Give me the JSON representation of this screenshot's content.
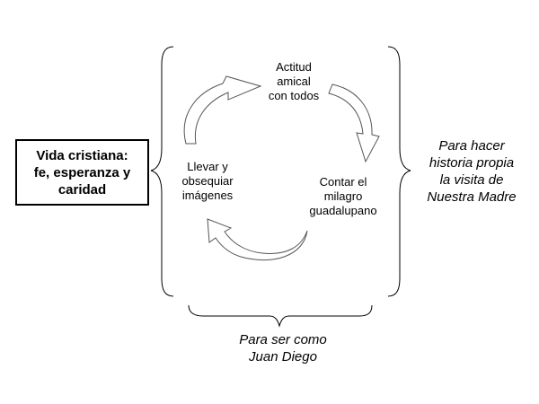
{
  "main_box": {
    "text": "Vida cristiana:\nfe, esperanza y\ncaridad"
  },
  "cycle": [
    {
      "text": "Actitud\namical\ncon todos"
    },
    {
      "text": "Contar el\nmilagro\nguadalupano"
    },
    {
      "text": "Llevar y\nobsequiar\nimágenes"
    }
  ],
  "right_note": "Para hacer\nhistoria propia\nla visita de\nNuestra Madre",
  "bottom_note": "Para ser como\nJuan Diego"
}
